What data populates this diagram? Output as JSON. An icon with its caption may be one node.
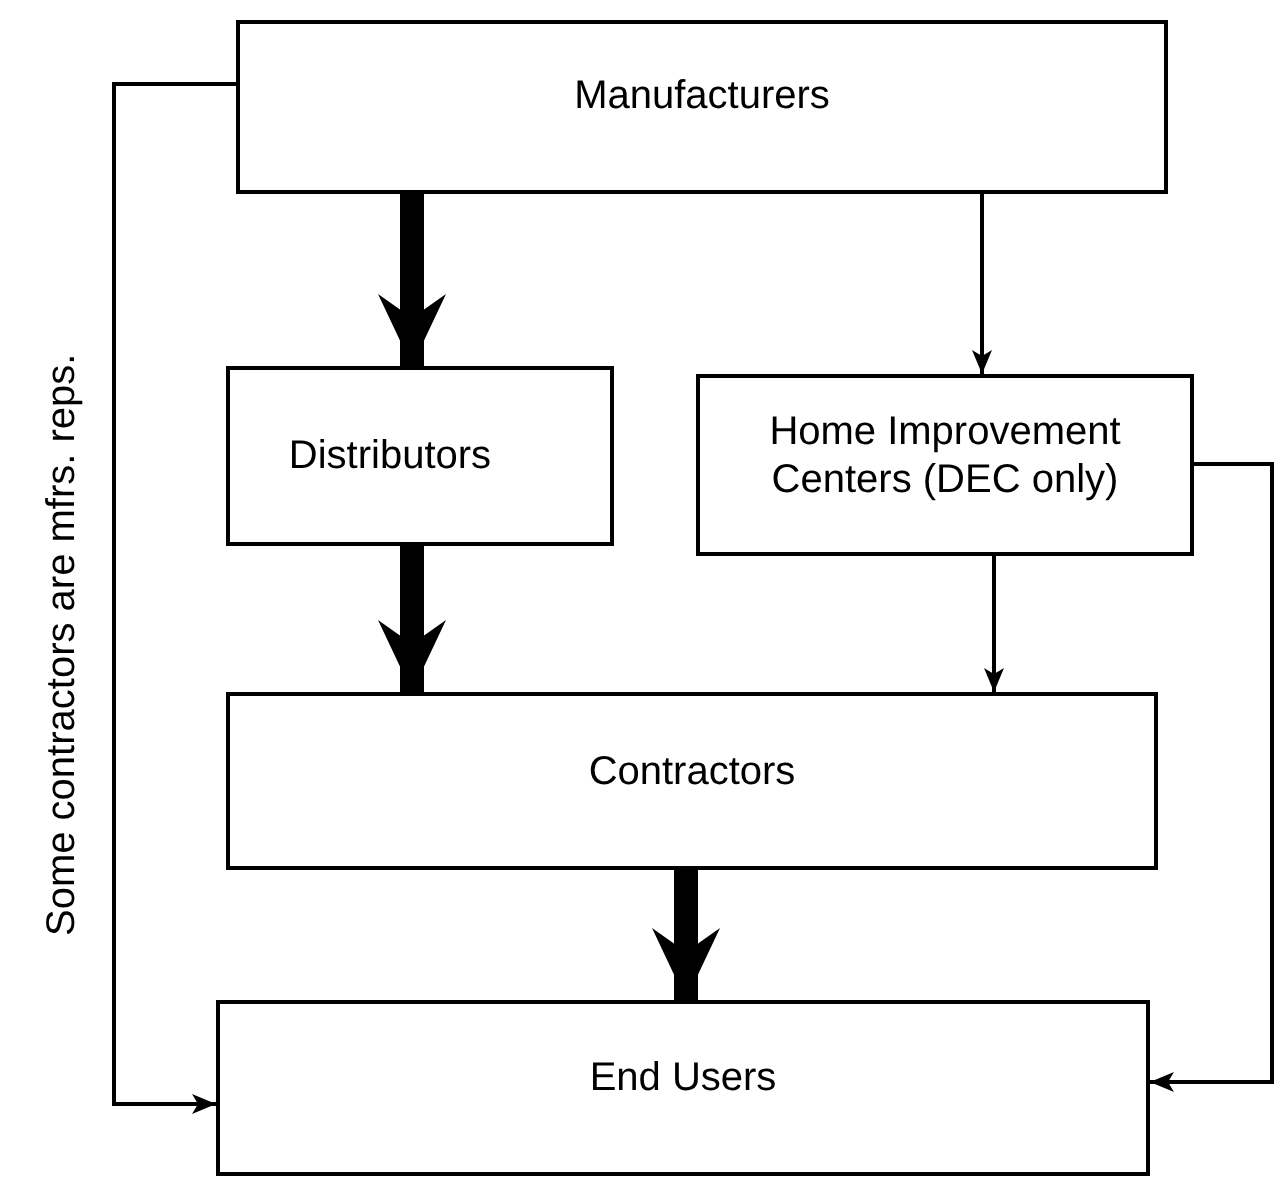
{
  "diagram": {
    "nodes": [
      {
        "text": [
          "Manufacturers"
        ]
      },
      {
        "text": [
          "Distributors"
        ]
      },
      {
        "text": [
          "Home Improvement Centers (DEC only)"
        ]
      },
      {
        "text": [
          "Contractors"
        ]
      },
      {
        "text": [
          "End Users"
        ]
      }
    ],
    "edges": [
      {
        "from": 0,
        "to": 1,
        "arrow": "to",
        "style": "thick"
      },
      {
        "from": 0,
        "to": 2,
        "arrow": "to"
      },
      {
        "from": 1,
        "to": 3,
        "arrow": "to",
        "style": "thick"
      },
      {
        "from": 2,
        "to": 3,
        "arrow": "to"
      },
      {
        "from": 3,
        "to": 4,
        "arrow": "to",
        "style": "thick"
      },
      {
        "from": 0,
        "to": 4,
        "arrow": "to",
        "label": "Some contractors are mfrs. reps."
      },
      {
        "from": 2,
        "to": 4,
        "arrow": "to"
      }
    ]
  }
}
